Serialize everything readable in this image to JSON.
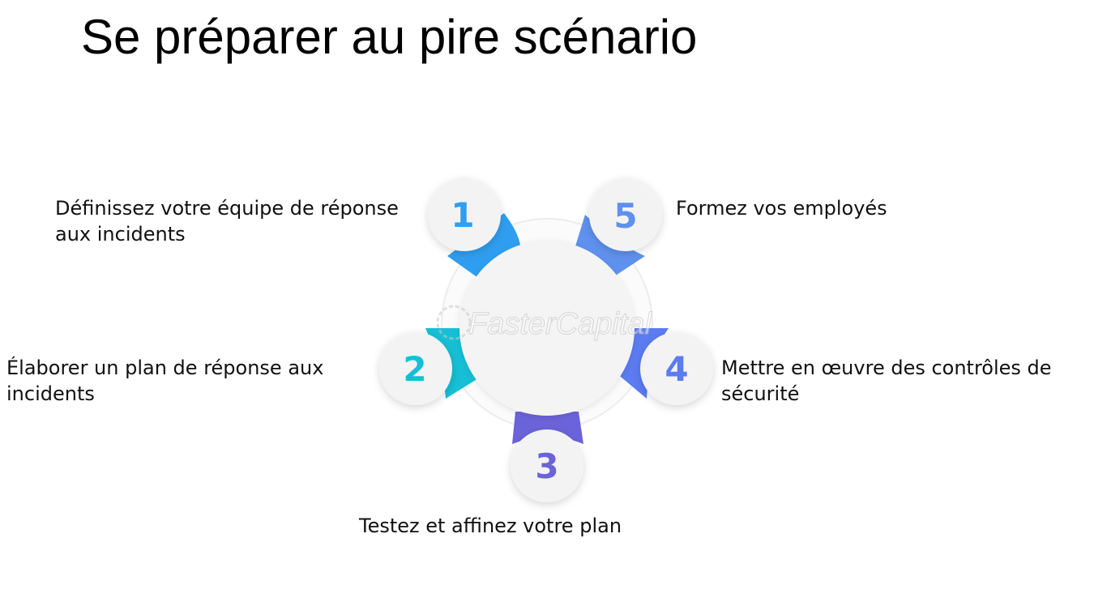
{
  "title": "Se préparer au pire scénario",
  "watermark": "FasterCapital",
  "steps": [
    {
      "number": "1",
      "label": "Définissez votre équipe de réponse aux incidents",
      "color": "#2f9ef0"
    },
    {
      "number": "2",
      "label": "Élaborer un plan de réponse aux incidents",
      "color": "#16bfd6"
    },
    {
      "number": "3",
      "label": "Testez et affinez votre plan",
      "color": "#6b63d9"
    },
    {
      "number": "4",
      "label": "Mettre en œuvre des contrôles de sécurité",
      "color": "#5b7cf2"
    },
    {
      "number": "5",
      "label": "Formez vos employés",
      "color": "#5f91ee"
    }
  ]
}
